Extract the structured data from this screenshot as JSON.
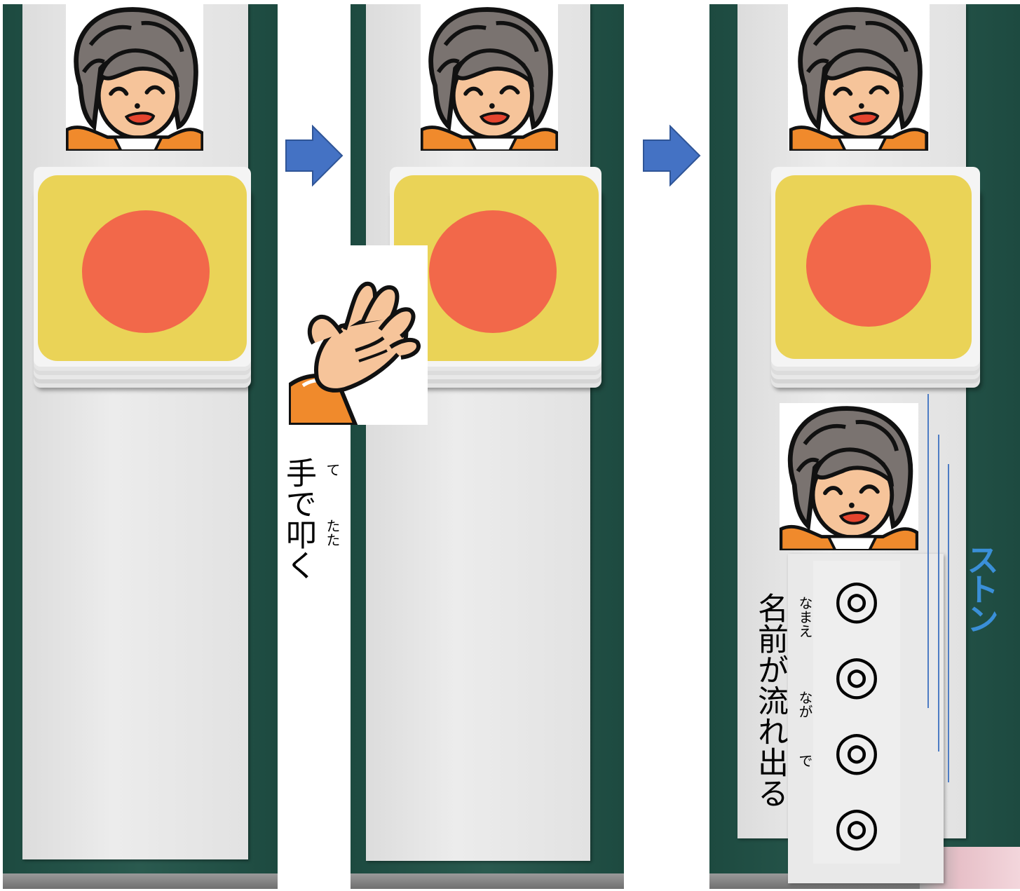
{
  "steps": [
    {
      "id": "step1",
      "caption": ""
    },
    {
      "id": "step2",
      "caption": "手で叩く",
      "ruby": {
        "te": "て",
        "tata": "たた"
      }
    },
    {
      "id": "step3",
      "caption": "名前が流れ出る",
      "ruby": {
        "namae": "なまえ",
        "naga": "なが",
        "de": "で"
      },
      "sound": "ストン"
    }
  ],
  "name_slip": {
    "marks": [
      "◎",
      "◎",
      "◎",
      "◎"
    ]
  },
  "icons": [
    "face-illustration-icon",
    "hand-tap-icon",
    "right-arrow-icon"
  ],
  "colors": {
    "button_yellow": "#ead357",
    "button_red": "#f2684a",
    "board_green": "#1d4a40",
    "arrow_blue": "#4472c4",
    "ston_blue": "#3a8fd8"
  }
}
